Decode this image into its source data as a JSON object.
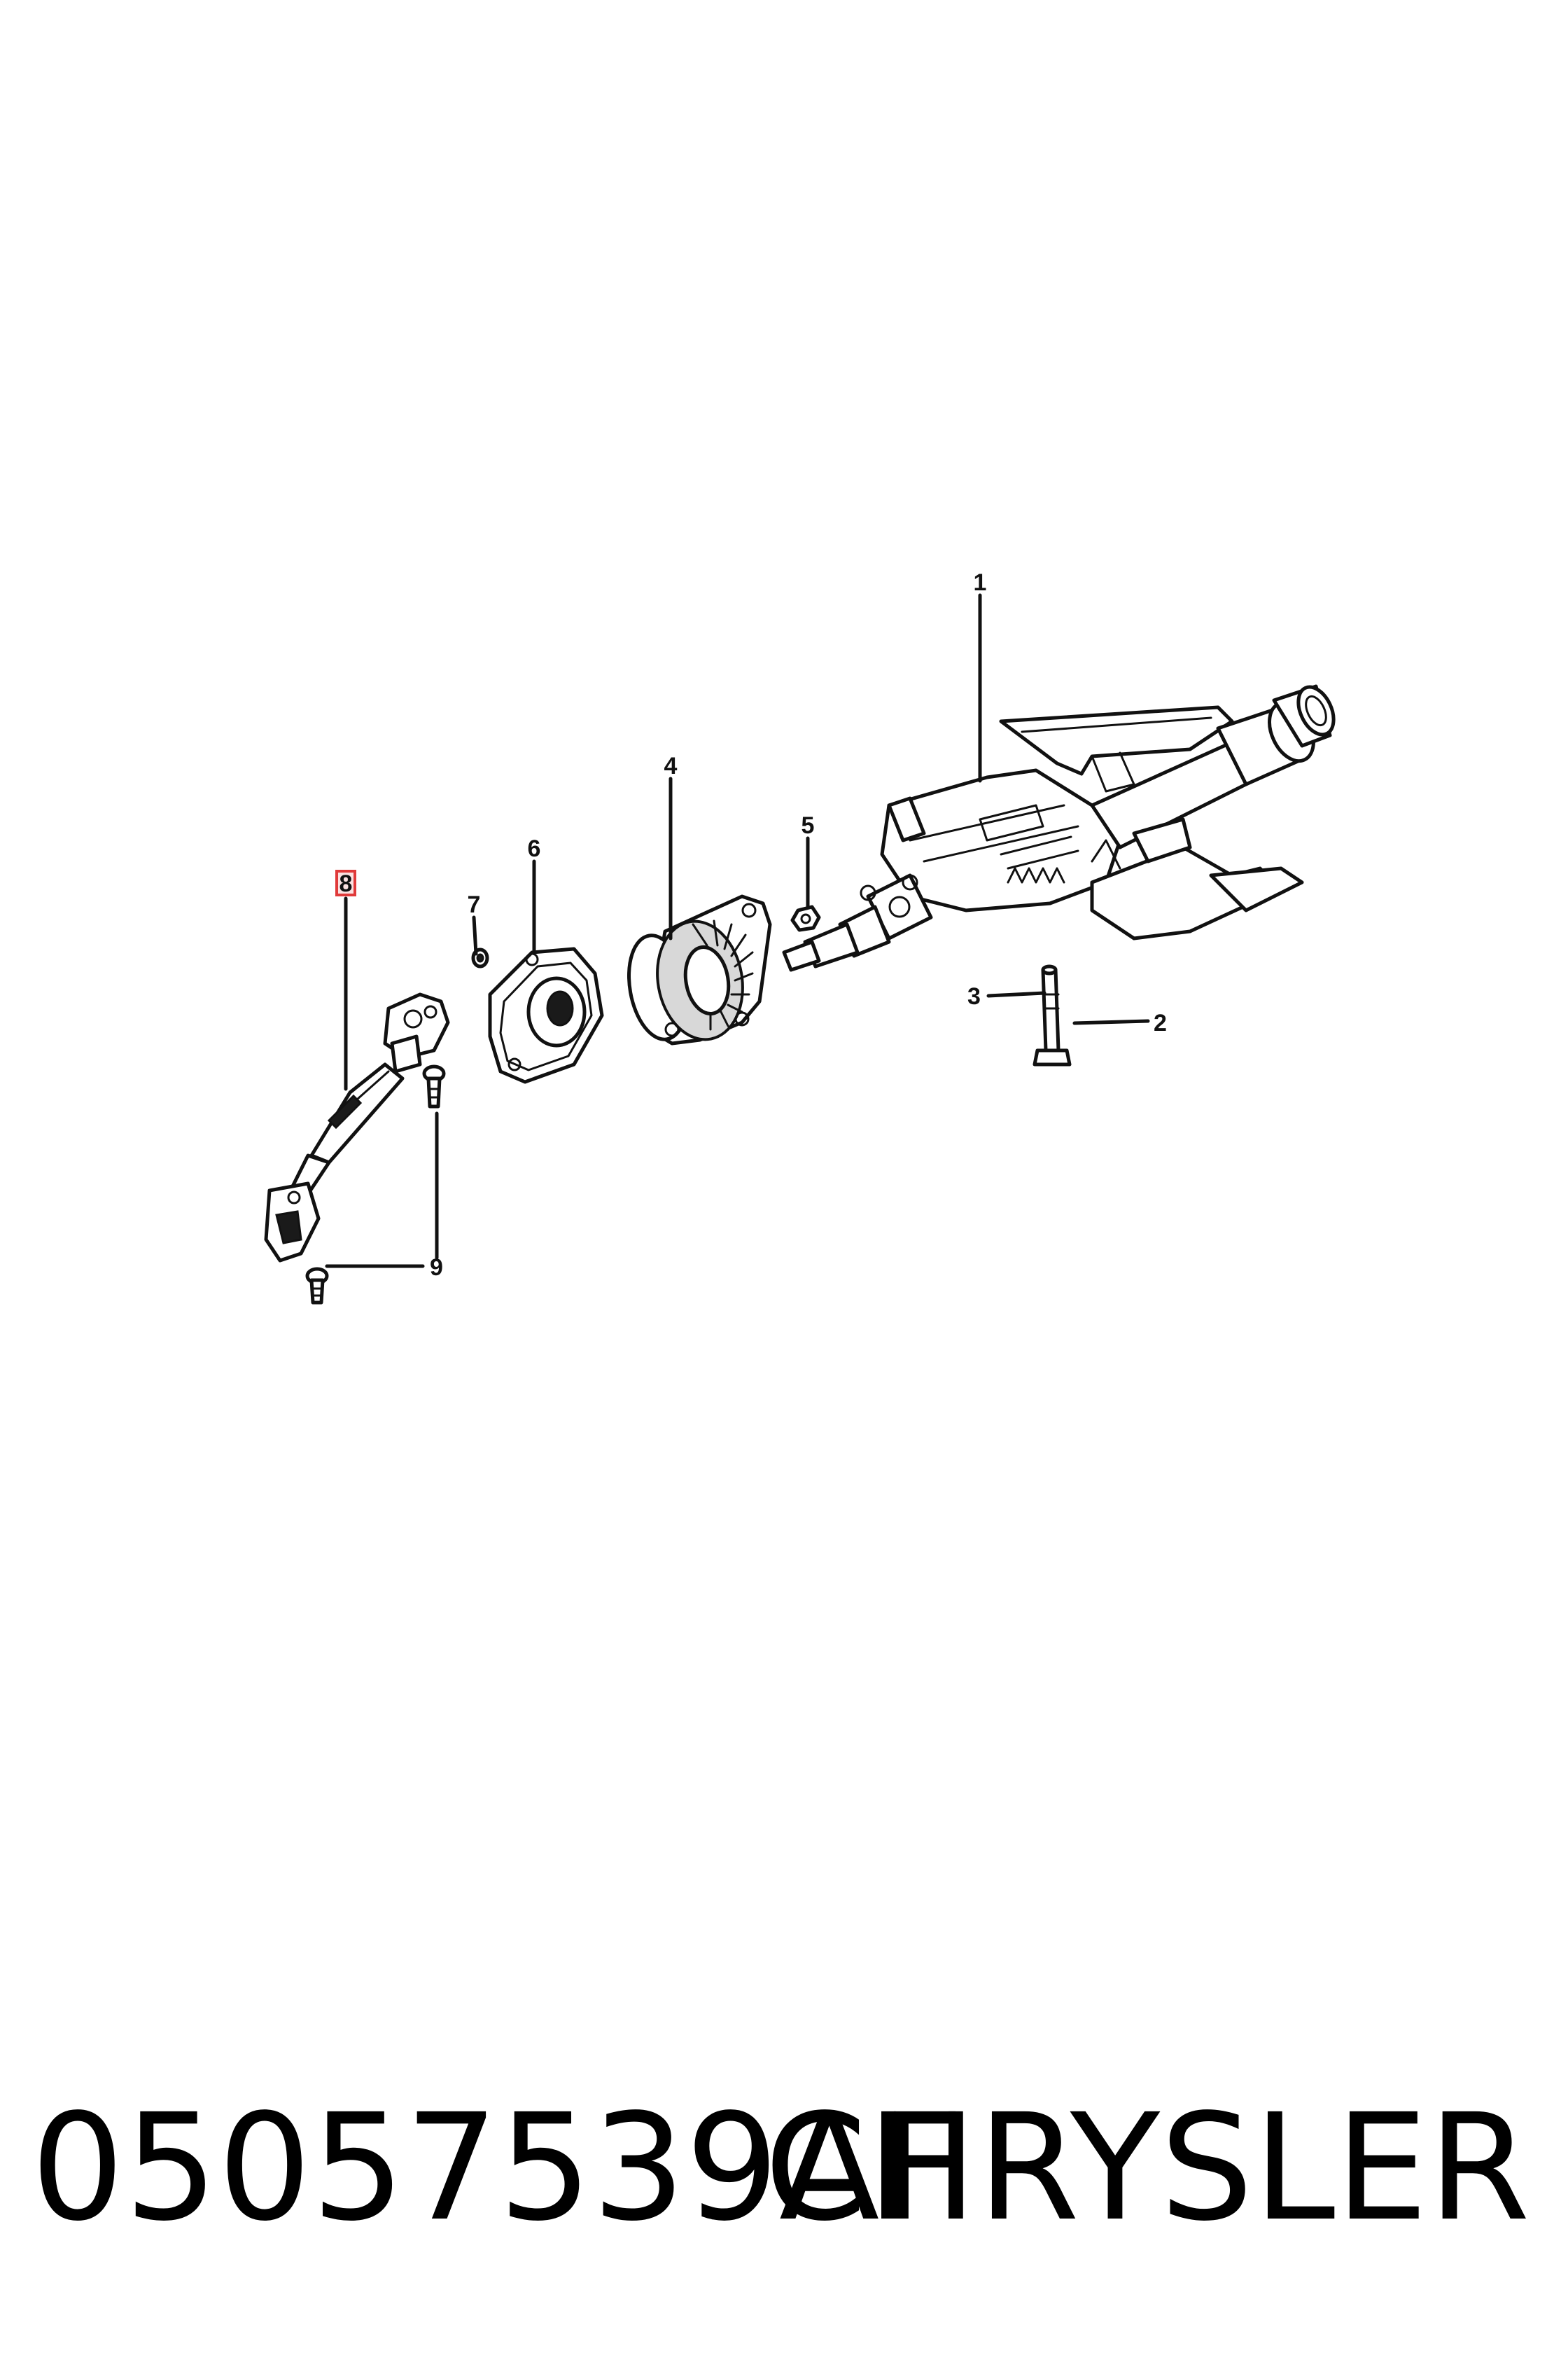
{
  "callouts": [
    {
      "id": "1",
      "label": "1"
    },
    {
      "id": "2",
      "label": "2"
    },
    {
      "id": "3",
      "label": "3"
    },
    {
      "id": "4",
      "label": "4"
    },
    {
      "id": "5",
      "label": "5"
    },
    {
      "id": "6",
      "label": "6"
    },
    {
      "id": "7",
      "label": "7"
    },
    {
      "id": "8",
      "label": "8",
      "highlighted": true
    },
    {
      "id": "9",
      "label": "9"
    }
  ],
  "footer": {
    "part_number": "05057539AF",
    "brand": "CHRYSLER"
  },
  "colors": {
    "line": "#111111",
    "highlight_fill": "#fbe1e1",
    "highlight_border": "#e03a3a",
    "background": "#ffffff"
  }
}
